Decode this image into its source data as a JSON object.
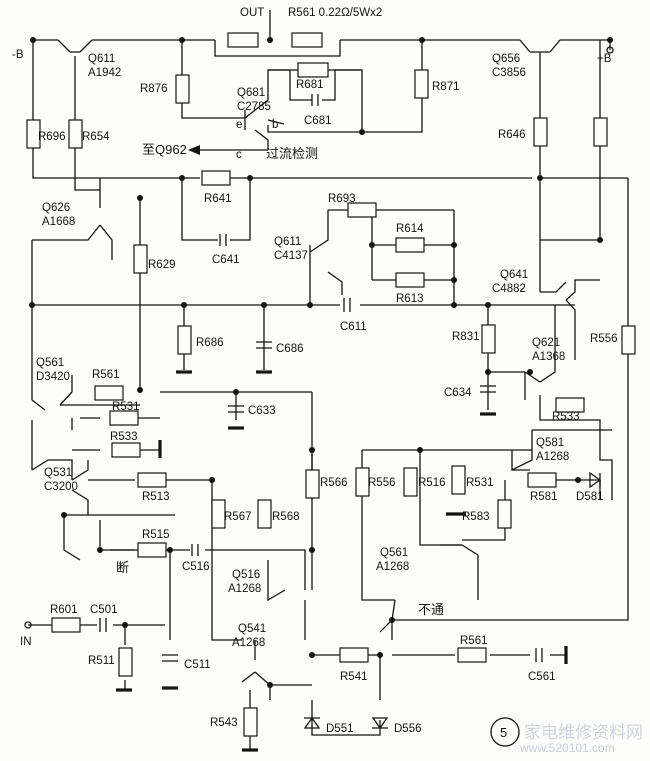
{
  "labels": {
    "minus_b": "-B",
    "plus_b": "+B",
    "out": "OUT",
    "r561_top": "R561  0.22Ω/5Wx2",
    "q611_top": "Q611",
    "a1942": "A1942",
    "r876": "R876",
    "q681": "Q681",
    "c2785": "C2785",
    "r681": "R681",
    "c681": "C681",
    "r871": "R871",
    "pin_e": "e",
    "pin_b": "b",
    "pin_c": "c",
    "to_q962": "至Q962",
    "overcurrent": "过流检测",
    "r696": "R696",
    "r654": "R654",
    "q656": "Q656",
    "c3856": "C3856",
    "r646": "R646",
    "q626": "Q626",
    "a1668": "A1668",
    "r641": "R641",
    "c641": "C641",
    "r693": "R693",
    "q611_mid": "Q611",
    "c4137": "C4137",
    "r614": "R614",
    "r613": "R613",
    "r629": "R629",
    "q641": "Q641",
    "c4882": "C4882",
    "c611": "C611",
    "r686": "R686",
    "c686": "C686",
    "r831": "R831",
    "q621": "Q621",
    "a1368": "A1368",
    "r556_right": "R556",
    "c634": "C634",
    "q561_left": "Q561",
    "d3420": "D3420",
    "r561_left": "R561",
    "r531_left": "R531",
    "r533_left": "R533",
    "c633": "C633",
    "r533_right": "R533",
    "q581": "Q581",
    "a1268_q581": "A1268",
    "q531": "Q531",
    "c3200": "C3200",
    "r513": "R513",
    "r566": "R566",
    "r556_mid": "R556",
    "r516": "R516",
    "r531_right": "R531",
    "r581": "R581",
    "d581": "D581",
    "r583": "R583",
    "r567": "R567",
    "r568": "R568",
    "r515": "R515",
    "break": "断",
    "c516": "C516",
    "q561_mid": "Q561",
    "a1268_q561": "A1268",
    "q516": "Q516",
    "a1268_q516": "A1268",
    "no_conduct": "不通",
    "r601": "R601",
    "c501": "C501",
    "in": "IN",
    "r511": "R511",
    "c511": "C511",
    "q541": "Q541",
    "a1268_q541": "A1268",
    "r541": "R541",
    "r561_low": "R561",
    "c561": "C561",
    "r543": "R543",
    "d551": "D551",
    "d556": "D556"
  },
  "figure_number": "5",
  "watermark": {
    "site_name": "家电维修资料网",
    "url": "www.520101.com"
  }
}
